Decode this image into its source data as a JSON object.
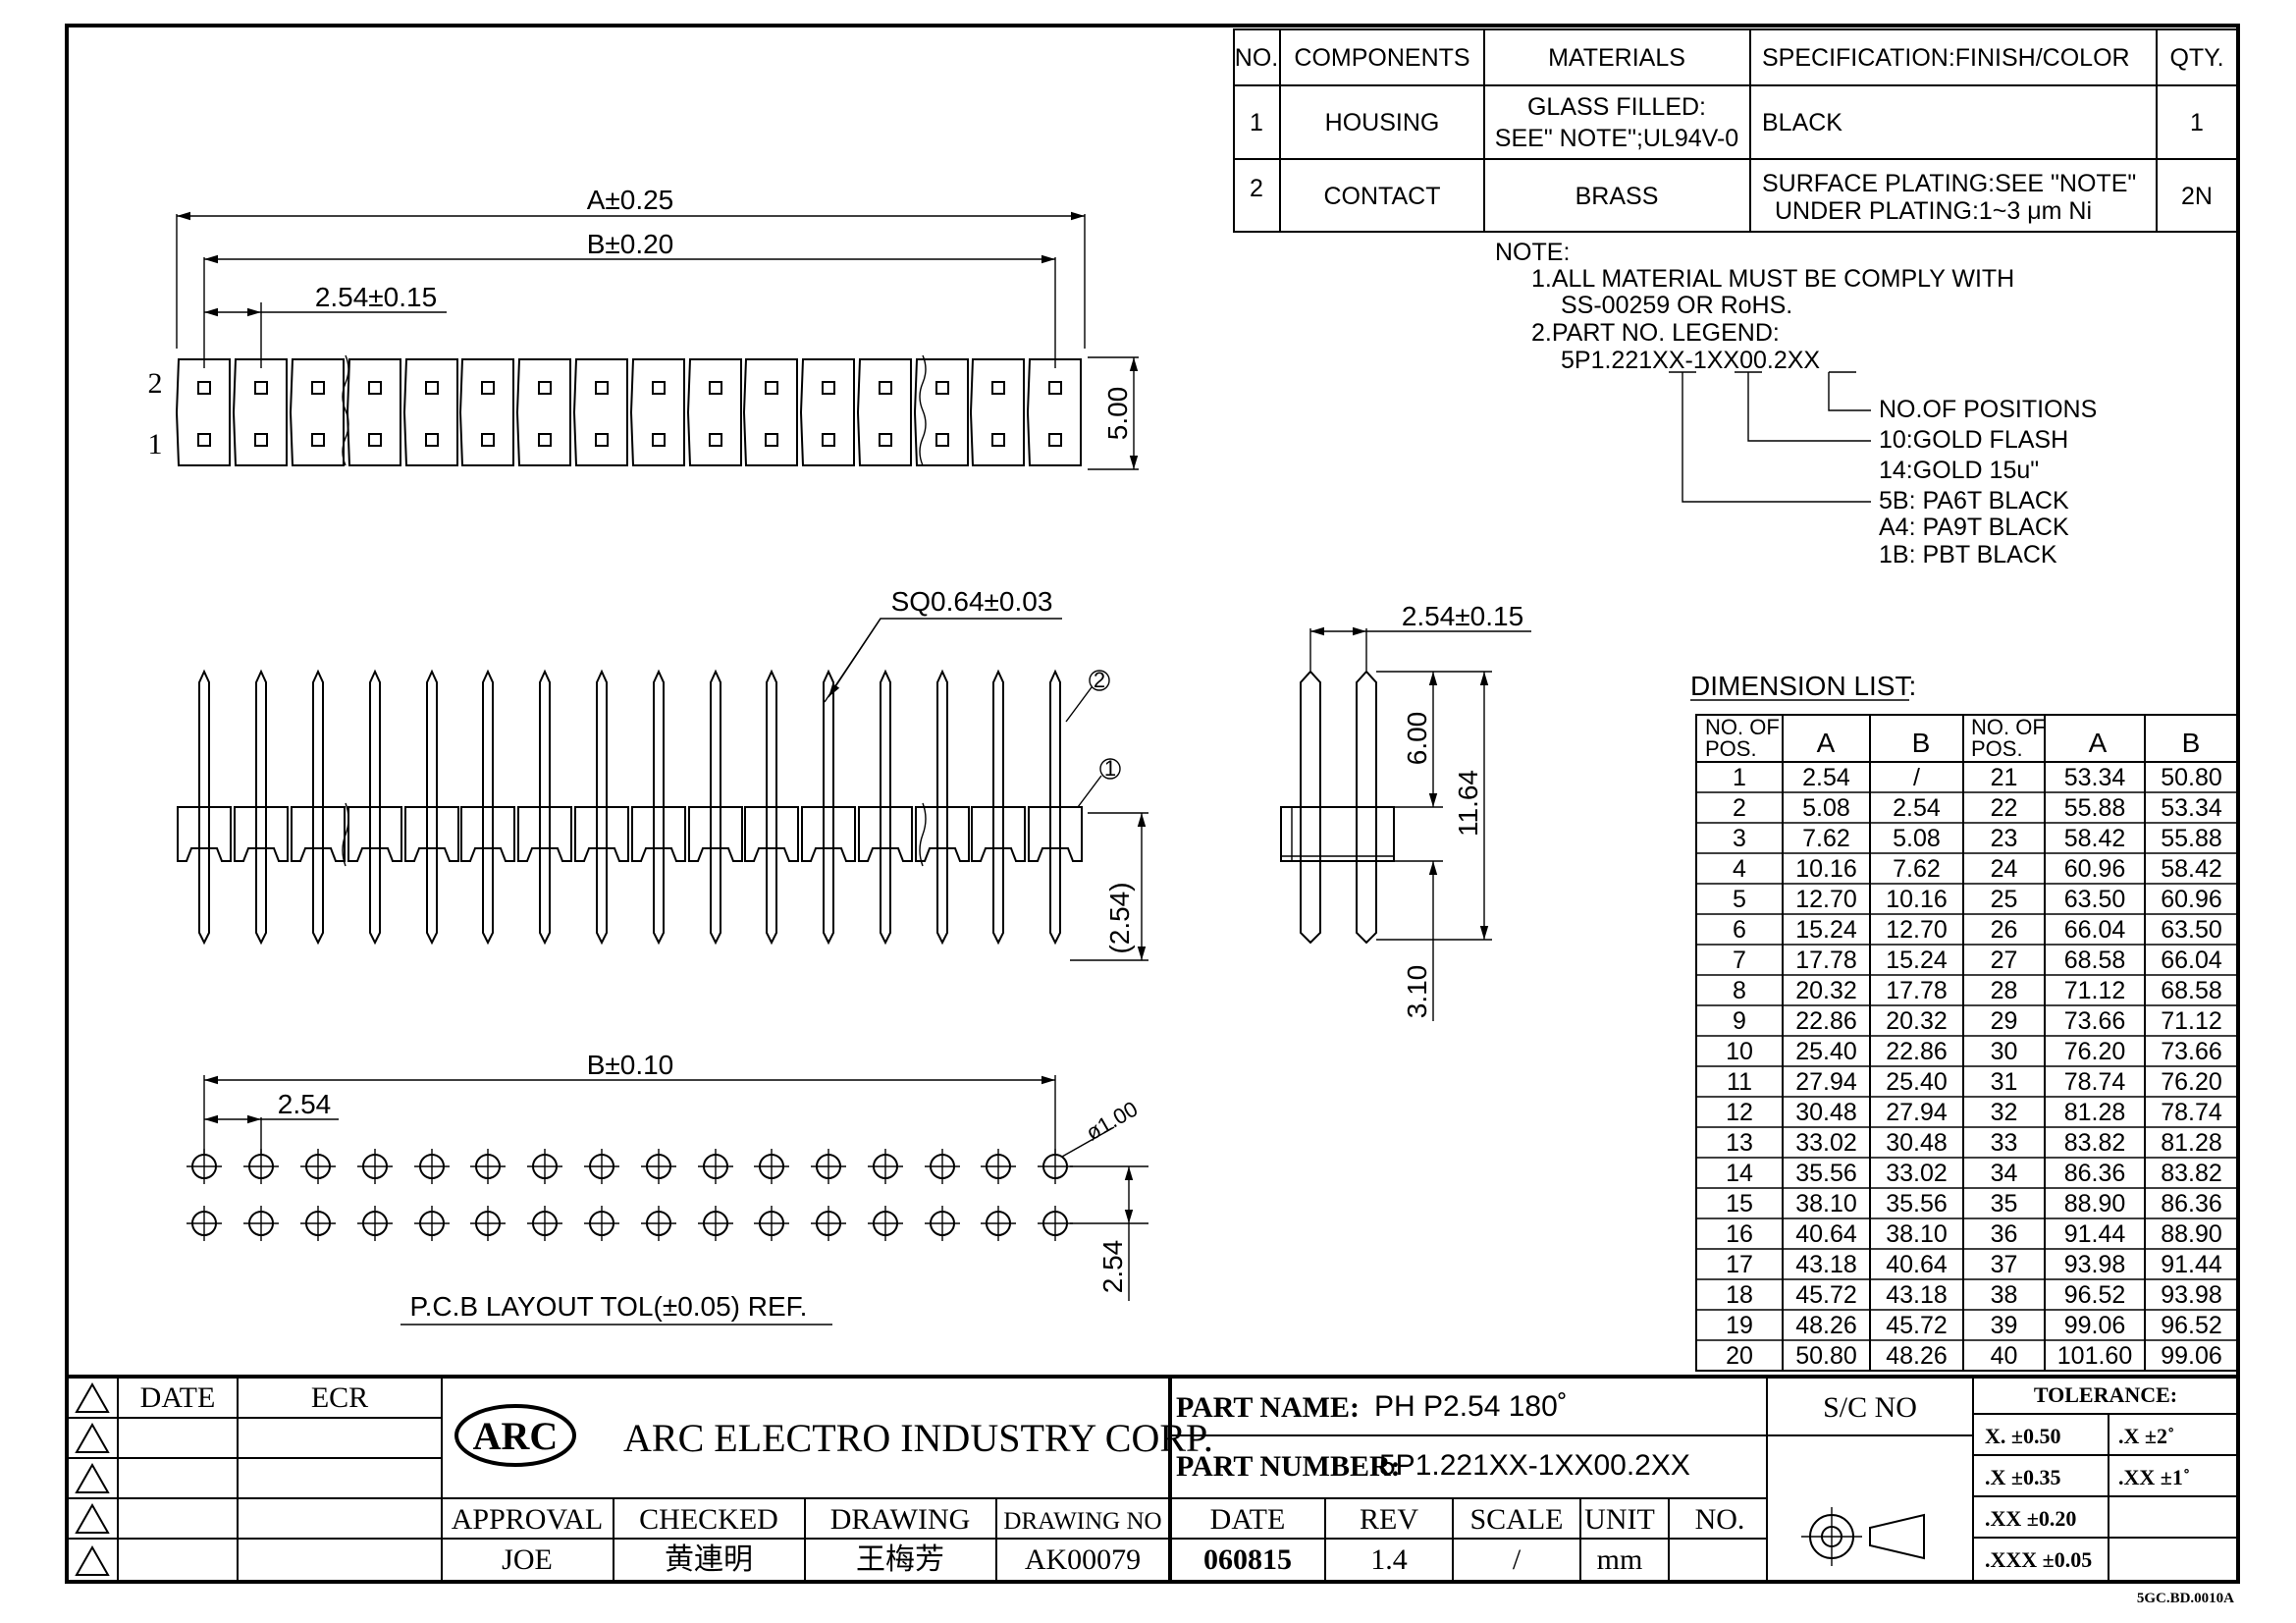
{
  "bom": {
    "headers": [
      "NO.",
      "COMPONENTS",
      "MATERIALS",
      "SPECIFICATION:FINISH/COLOR",
      "QTY."
    ],
    "rows": [
      {
        "no": "1",
        "component": "HOUSING",
        "material_line1": "GLASS FILLED:",
        "material_line2": "SEE\" NOTE\";UL94V-0",
        "spec_line1": "BLACK",
        "spec_line2": "",
        "qty": "1"
      },
      {
        "no": "2",
        "component": "CONTACT",
        "material_line1": "BRASS",
        "material_line2": "",
        "spec_line1": "SURFACE PLATING:SEE \"NOTE\"",
        "spec_line2": "UNDER PLATING:1~3 μm Ni",
        "qty": "2N"
      }
    ]
  },
  "notes": {
    "title": "NOTE:",
    "line1": "1.ALL MATERIAL MUST BE COMPLY WITH",
    "line2": "SS-00259 OR RoHS.",
    "line3": "2.PART NO. LEGEND:",
    "legend_code": "5P1.221XX-1XX00.2XX",
    "legend_items": [
      "NO.OF POSITIONS",
      "10:GOLD FLASH",
      "14:GOLD 15u\"",
      "5B: PA6T BLACK",
      "A4: PA9T BLACK",
      "1B: PBT BLACK"
    ]
  },
  "dimensions": {
    "top_a": "A±0.25",
    "top_b": "B±0.20",
    "top_pitch": "2.54±0.15",
    "top_height": "5.00",
    "row_label_2": "2",
    "row_label_1": "1",
    "pin_sq": "SQ0.64±0.03",
    "front_below": "(2.54)",
    "callout_1": "①",
    "callout_2": "②",
    "side_pitch": "2.54±0.15",
    "side_upper": "6.00",
    "side_total": "11.64",
    "side_lower": "3.10",
    "pcb_b": "B±0.10",
    "pcb_pitch": "2.54",
    "pcb_hole": "ø1.00",
    "pcb_row": "2.54",
    "pcb_caption": "P.C.B LAYOUT TOL(±0.05) REF."
  },
  "dimension_list": {
    "title": "DIMENSION LIST:",
    "headers": [
      "NO. OF POS.",
      "A",
      "B",
      "NO. OF POS.",
      "A",
      "B"
    ],
    "rows": [
      [
        "1",
        "2.54",
        "/",
        "21",
        "53.34",
        "50.80"
      ],
      [
        "2",
        "5.08",
        "2.54",
        "22",
        "55.88",
        "53.34"
      ],
      [
        "3",
        "7.62",
        "5.08",
        "23",
        "58.42",
        "55.88"
      ],
      [
        "4",
        "10.16",
        "7.62",
        "24",
        "60.96",
        "58.42"
      ],
      [
        "5",
        "12.70",
        "10.16",
        "25",
        "63.50",
        "60.96"
      ],
      [
        "6",
        "15.24",
        "12.70",
        "26",
        "66.04",
        "63.50"
      ],
      [
        "7",
        "17.78",
        "15.24",
        "27",
        "68.58",
        "66.04"
      ],
      [
        "8",
        "20.32",
        "17.78",
        "28",
        "71.12",
        "68.58"
      ],
      [
        "9",
        "22.86",
        "20.32",
        "29",
        "73.66",
        "71.12"
      ],
      [
        "10",
        "25.40",
        "22.86",
        "30",
        "76.20",
        "73.66"
      ],
      [
        "11",
        "27.94",
        "25.40",
        "31",
        "78.74",
        "76.20"
      ],
      [
        "12",
        "30.48",
        "27.94",
        "32",
        "81.28",
        "78.74"
      ],
      [
        "13",
        "33.02",
        "30.48",
        "33",
        "83.82",
        "81.28"
      ],
      [
        "14",
        "35.56",
        "33.02",
        "34",
        "86.36",
        "83.82"
      ],
      [
        "15",
        "38.10",
        "35.56",
        "35",
        "88.90",
        "86.36"
      ],
      [
        "16",
        "40.64",
        "38.10",
        "36",
        "91.44",
        "88.90"
      ],
      [
        "17",
        "43.18",
        "40.64",
        "37",
        "93.98",
        "91.44"
      ],
      [
        "18",
        "45.72",
        "43.18",
        "38",
        "96.52",
        "93.98"
      ],
      [
        "19",
        "48.26",
        "45.72",
        "39",
        "99.06",
        "96.52"
      ],
      [
        "20",
        "50.80",
        "48.26",
        "40",
        "101.60",
        "99.06"
      ]
    ]
  },
  "title_block": {
    "date_label": "DATE",
    "ecr_label": "ECR",
    "logo": "ARC",
    "company": "ARC ELECTRO INDUSTRY CORP.",
    "part_name_label": "PART NAME:",
    "part_name": "PH P2.54 180˚",
    "part_number_label": "PART NUMBER:",
    "part_number": "5P1.221XX-1XX00.2XX",
    "sc_no_label": "S/C NO",
    "tolerance_label": "TOLERANCE:",
    "tolerances": [
      "X. ±0.50",
      ".X ±2˚",
      ".X ±0.35",
      ".XX ±1˚",
      ".XX ±0.20",
      ".XXX ±0.05"
    ],
    "approval_label": "APPROVAL",
    "approval": "JOE",
    "checked_label": "CHECKED",
    "checked": "黄連明",
    "drawing_label": "DRAWING",
    "drawing": "王梅芳",
    "drawing_no_label": "DRAWING NO",
    "drawing_no": "AK00079",
    "date2_label": "DATE",
    "date2": "060815",
    "rev_label": "REV",
    "rev": "1.4",
    "scale_label": "SCALE",
    "scale": "/",
    "unit_label": "UNIT",
    "unit": "mm",
    "no_label": "NO.",
    "form_code": "5GC.BD.0010A"
  }
}
